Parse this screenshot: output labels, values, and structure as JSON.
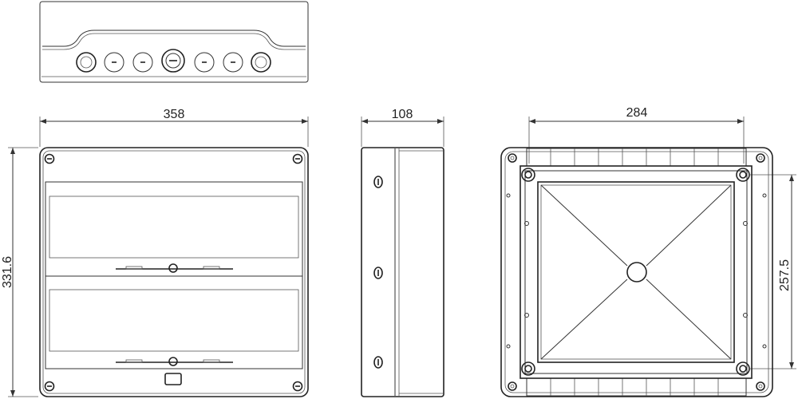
{
  "dimensions": {
    "front_width": "358",
    "front_height": "331.6",
    "side_depth": "108",
    "back_hole_width": "284",
    "back_hole_height": "257.5"
  },
  "colors": {
    "line": "#333333",
    "background": "#ffffff"
  }
}
